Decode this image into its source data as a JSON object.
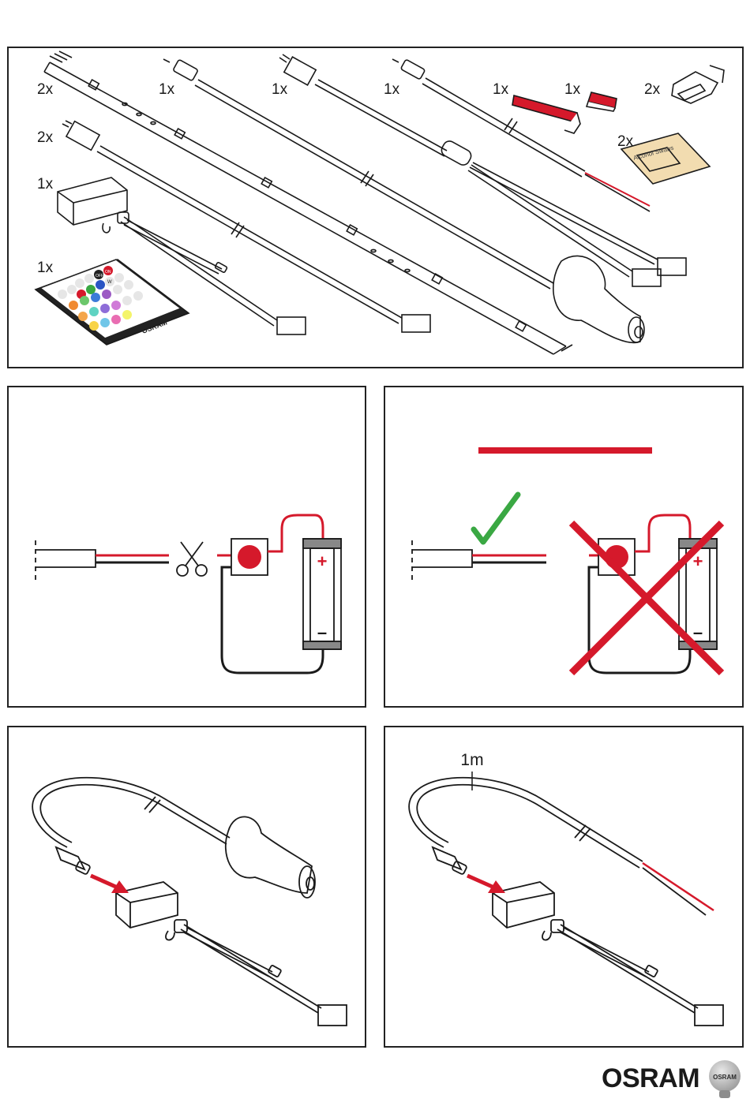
{
  "contents": {
    "qty_led_strip": "2x",
    "qty_dc_cable_top": "1x",
    "qty_adapter_cable": "1x",
    "qty_car_cable": "1x",
    "qty_tape_strip": "1x",
    "qty_tape_clip": "1x",
    "qty_connector_clip": "2x",
    "qty_extension_cable": "2x",
    "qty_controller": "1x",
    "qty_swabs": "2x",
    "qty_remote": "1x",
    "swabs_label": "Alcohol Swabs",
    "remote_brand": "OSRAM",
    "remote_on": "ON",
    "remote_off": "OFF",
    "remote_w": "W"
  },
  "panel_cut": {
    "polarity_plus": "+",
    "polarity_minus": "–"
  },
  "panel_ok": {
    "polarity_plus": "+",
    "polarity_minus": "–"
  },
  "panel_wired": {
    "cable_length": "1m"
  },
  "footer": {
    "brand": "OSRAM",
    "badge": "OSRAM"
  },
  "colors": {
    "accent_red": "#d5192b",
    "check_green": "#3aa843",
    "line": "#1a1a1a",
    "tan": "#f2dcb0"
  }
}
